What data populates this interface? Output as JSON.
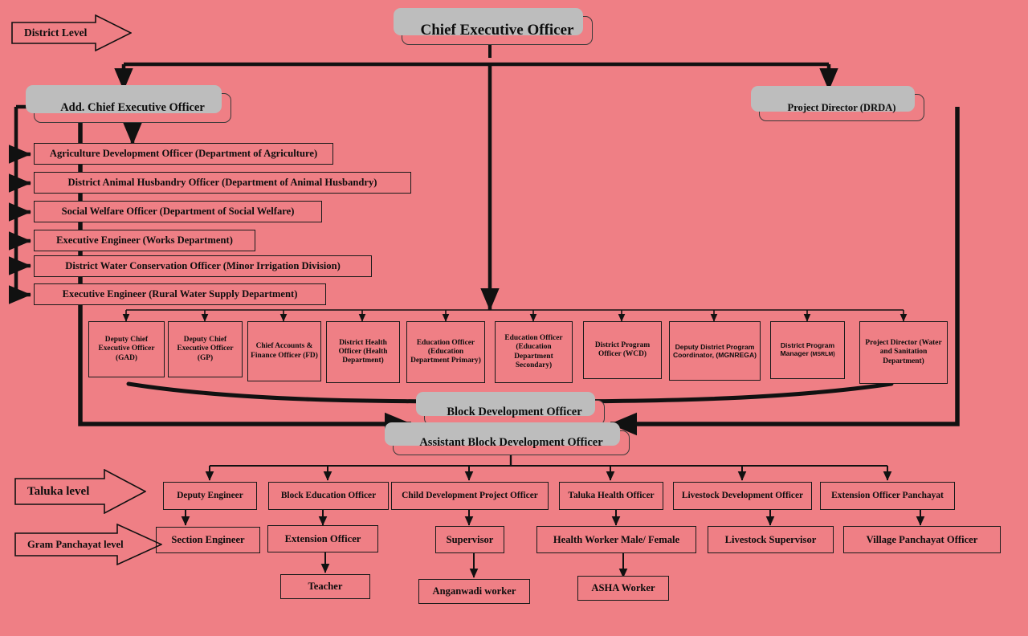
{
  "meta": {
    "background_color": "#ef7f85",
    "line_color": "#111111",
    "shadow_color": "#bdbdbd"
  },
  "level_banners": [
    {
      "id": "district",
      "label": "District Level"
    },
    {
      "id": "taluka",
      "label": "Taluka level"
    },
    {
      "id": "gram",
      "label": "Gram Panchayat level"
    }
  ],
  "top": {
    "ceo": "Chief Executive Officer",
    "acceo": "Add. Chief Executive Officer",
    "pd_drda": "Project Director (DRDA)"
  },
  "district_departments": [
    "Agriculture Development Officer (Department of Agriculture)",
    "District Animal Husbandry Officer (Department of Animal Husbandry)",
    "Social Welfare Officer (Department of Social Welfare)",
    "Executive Engineer (Works Department)",
    "District Water Conservation Officer (Minor Irrigation Division)",
    "Executive Engineer (Rural Water Supply Department)"
  ],
  "district_officers": [
    {
      "text": "Deputy Chief Executive Officer (GAD)"
    },
    {
      "text": "Deputy Chief Executive Officer (GP)"
    },
    {
      "text": "Chief Accounts & Finance Officer (FD)"
    },
    {
      "text": "District Health Officer (Health Department)"
    },
    {
      "text": "Education Officer (Education Department Primary)"
    },
    {
      "text": "Education Officer (Education Department Secondary)"
    },
    {
      "text": "District Program Officer (WCD)"
    },
    {
      "text": "Deputy District Program Coordinator, (MGNREGA)"
    },
    {
      "text": "District Program Manager ",
      "suffix": "(MSRLM)"
    },
    {
      "text": "Project Director (Water and Sanitation Department)"
    }
  ],
  "block": {
    "bdo": "Block Development Officer",
    "abdo": "Assistant Block Development Officer"
  },
  "taluka_level": [
    "Deputy Engineer",
    "Block Education Officer",
    "Child Development Project Officer",
    "Taluka Health Officer",
    "Livestock Development Officer",
    "Extension Officer Panchayat"
  ],
  "gram_level": [
    "Section Engineer",
    "Extension Officer",
    "Supervisor",
    "Health Worker Male/ Female",
    "Livestock Supervisor",
    "Village Panchayat Officer"
  ],
  "bottom_level": [
    "Teacher",
    "Anganwadi worker",
    "ASHA Worker"
  ]
}
